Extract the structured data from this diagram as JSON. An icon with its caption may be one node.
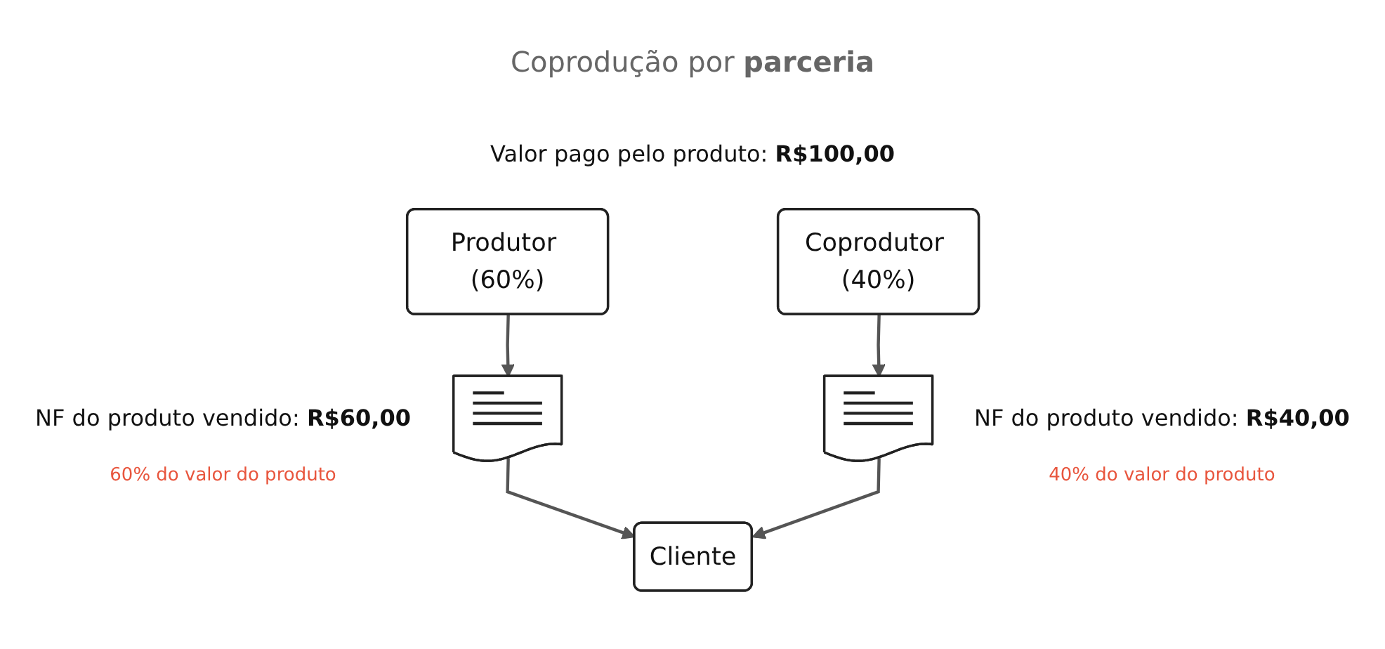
{
  "diagram": {
    "title": "Coprodução por **parceria**",
    "nodes": [
      {
        "text": [
          "Produtor (60%)"
        ]
      },
      {
        "text": [
          "Coprodutor (40%)"
        ]
      },
      {
        "text": [],
        "shape": "document",
        "beside": [
          "NF do produto vendido: **R$60,00**",
          "60% do valor do produto"
        ]
      },
      {
        "text": [],
        "shape": "document",
        "beside": [
          "NF do produto vendido: **R$40,00**",
          "40% do valor do produto"
        ]
      },
      {
        "text": [
          "Cliente"
        ]
      }
    ],
    "edges": [
      {
        "from": 0,
        "to": 2,
        "arrow": "to"
      },
      {
        "from": 1,
        "to": 3,
        "arrow": "to"
      },
      {
        "from": 2,
        "to": 4,
        "arrow": "to"
      },
      {
        "from": 3,
        "to": 4,
        "arrow": "to"
      }
    ],
    "labels": [
      "Valor pago pelo produto: **R$100,00**"
    ]
  }
}
